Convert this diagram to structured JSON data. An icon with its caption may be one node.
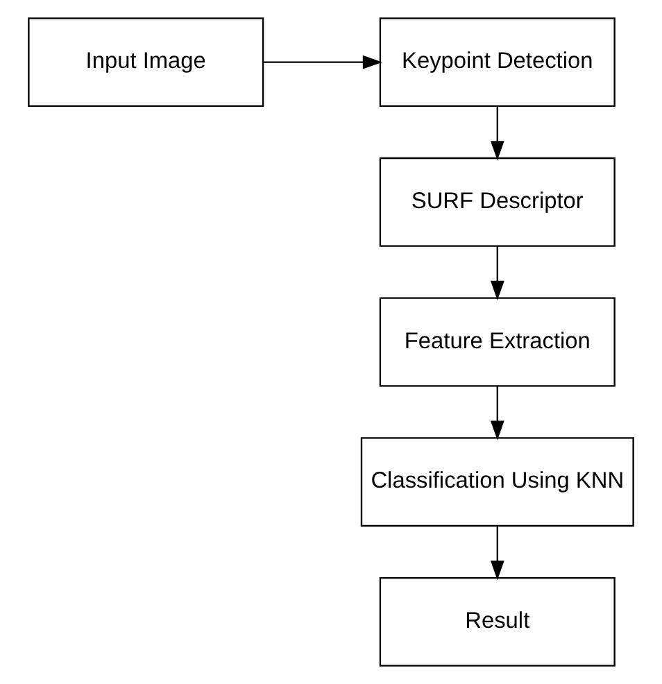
{
  "diagram": {
    "nodes": [
      {
        "text": [
          "Input Image"
        ]
      },
      {
        "text": [
          "Keypoint Detection"
        ]
      },
      {
        "text": [
          "SURF Descriptor"
        ]
      },
      {
        "text": [
          "Feature Extraction"
        ]
      },
      {
        "text": [
          "Classification Using KNN"
        ]
      },
      {
        "text": [
          "Result"
        ]
      }
    ],
    "edges": [
      {
        "from": 0,
        "to": 1,
        "arrow": "to"
      },
      {
        "from": 1,
        "to": 2,
        "arrow": "to"
      },
      {
        "from": 2,
        "to": 3,
        "arrow": "to"
      },
      {
        "from": 3,
        "to": 4,
        "arrow": "to"
      },
      {
        "from": 4,
        "to": 5,
        "arrow": "to"
      }
    ]
  }
}
